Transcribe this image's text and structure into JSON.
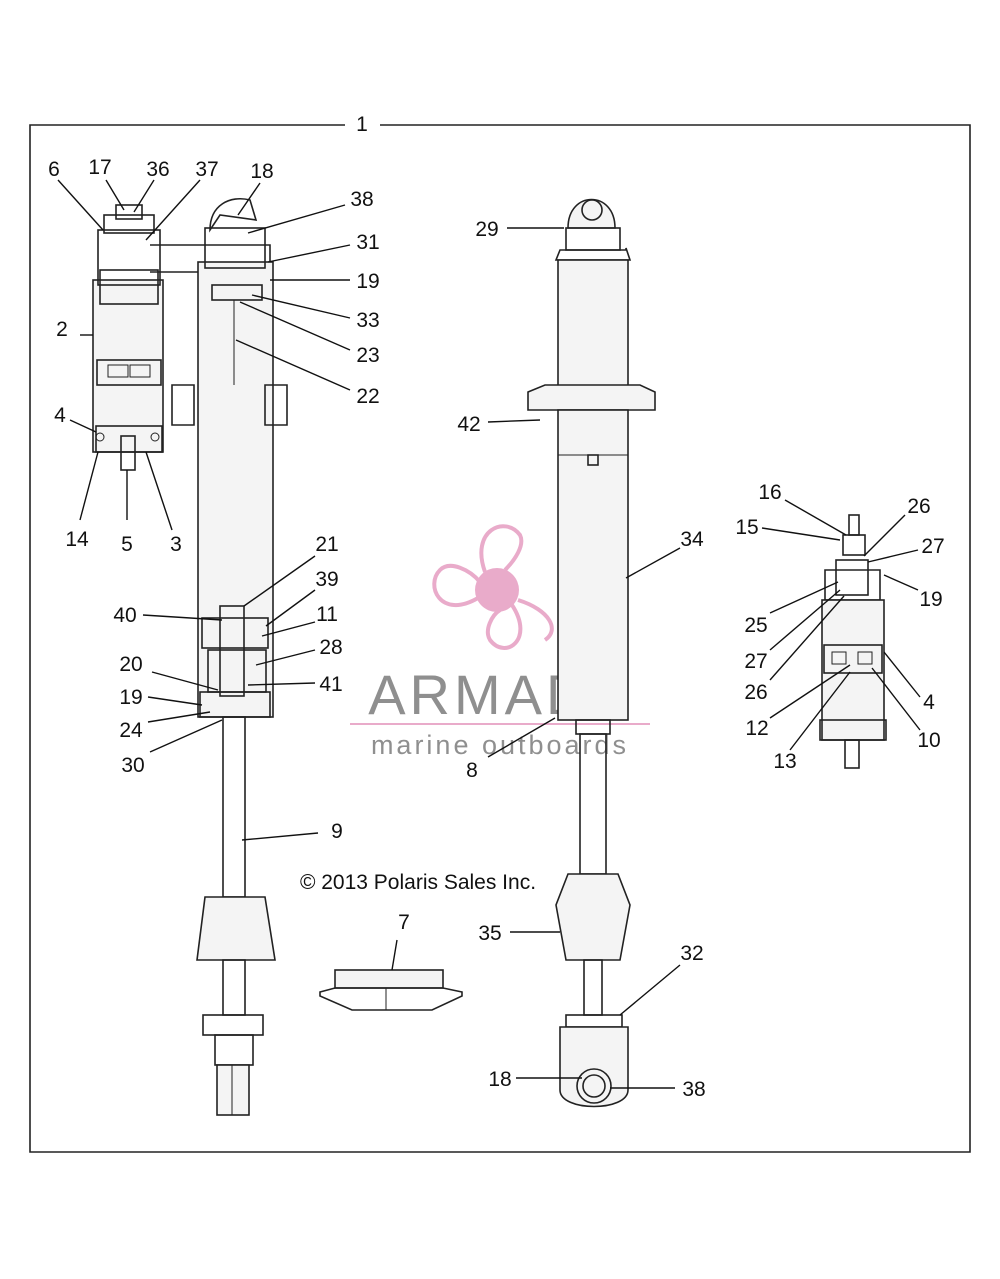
{
  "assembly_label": "1",
  "copyright": "© 2013 Polaris Sales Inc.",
  "watermark": {
    "brand": "ARMADA",
    "tagline": "marine outboards",
    "logo_icon": "propeller-logo-icon",
    "logo_color": "#e8a7c8"
  },
  "callouts": [
    "6",
    "17",
    "36",
    "37",
    "18",
    "38",
    "31",
    "19",
    "33",
    "23",
    "22",
    "2",
    "4",
    "14",
    "5",
    "3",
    "21",
    "39",
    "40",
    "11",
    "28",
    "20",
    "41",
    "19",
    "24",
    "30",
    "9",
    "29",
    "42",
    "34",
    "8",
    "7",
    "35",
    "32",
    "18",
    "38",
    "16",
    "15",
    "26",
    "27",
    "19",
    "25",
    "27",
    "26",
    "4",
    "12",
    "10",
    "13"
  ]
}
